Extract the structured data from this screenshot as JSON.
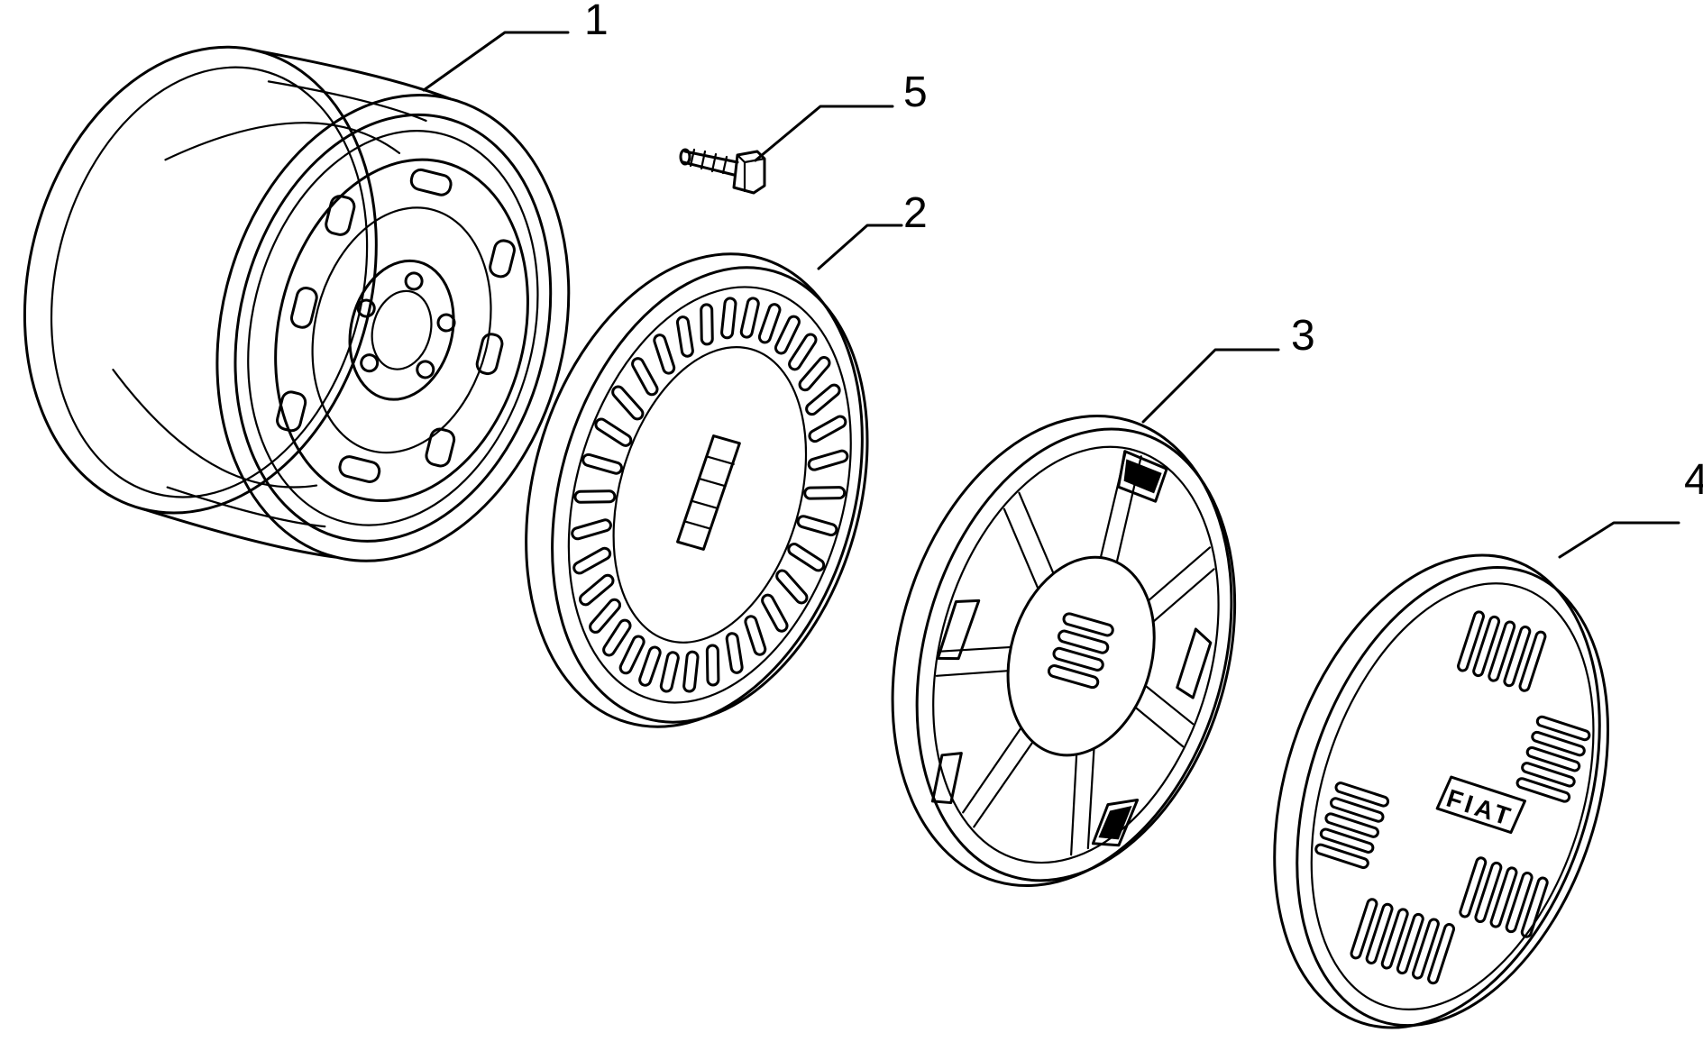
{
  "diagram": {
    "line_color": "#000000",
    "background": "#ffffff",
    "callouts": [
      {
        "id": "1",
        "label": "1"
      },
      {
        "id": "2",
        "label": "2"
      },
      {
        "id": "3",
        "label": "3"
      },
      {
        "id": "4",
        "label": "4"
      },
      {
        "id": "5",
        "label": "5"
      }
    ],
    "emblem_text": "FIAT"
  }
}
